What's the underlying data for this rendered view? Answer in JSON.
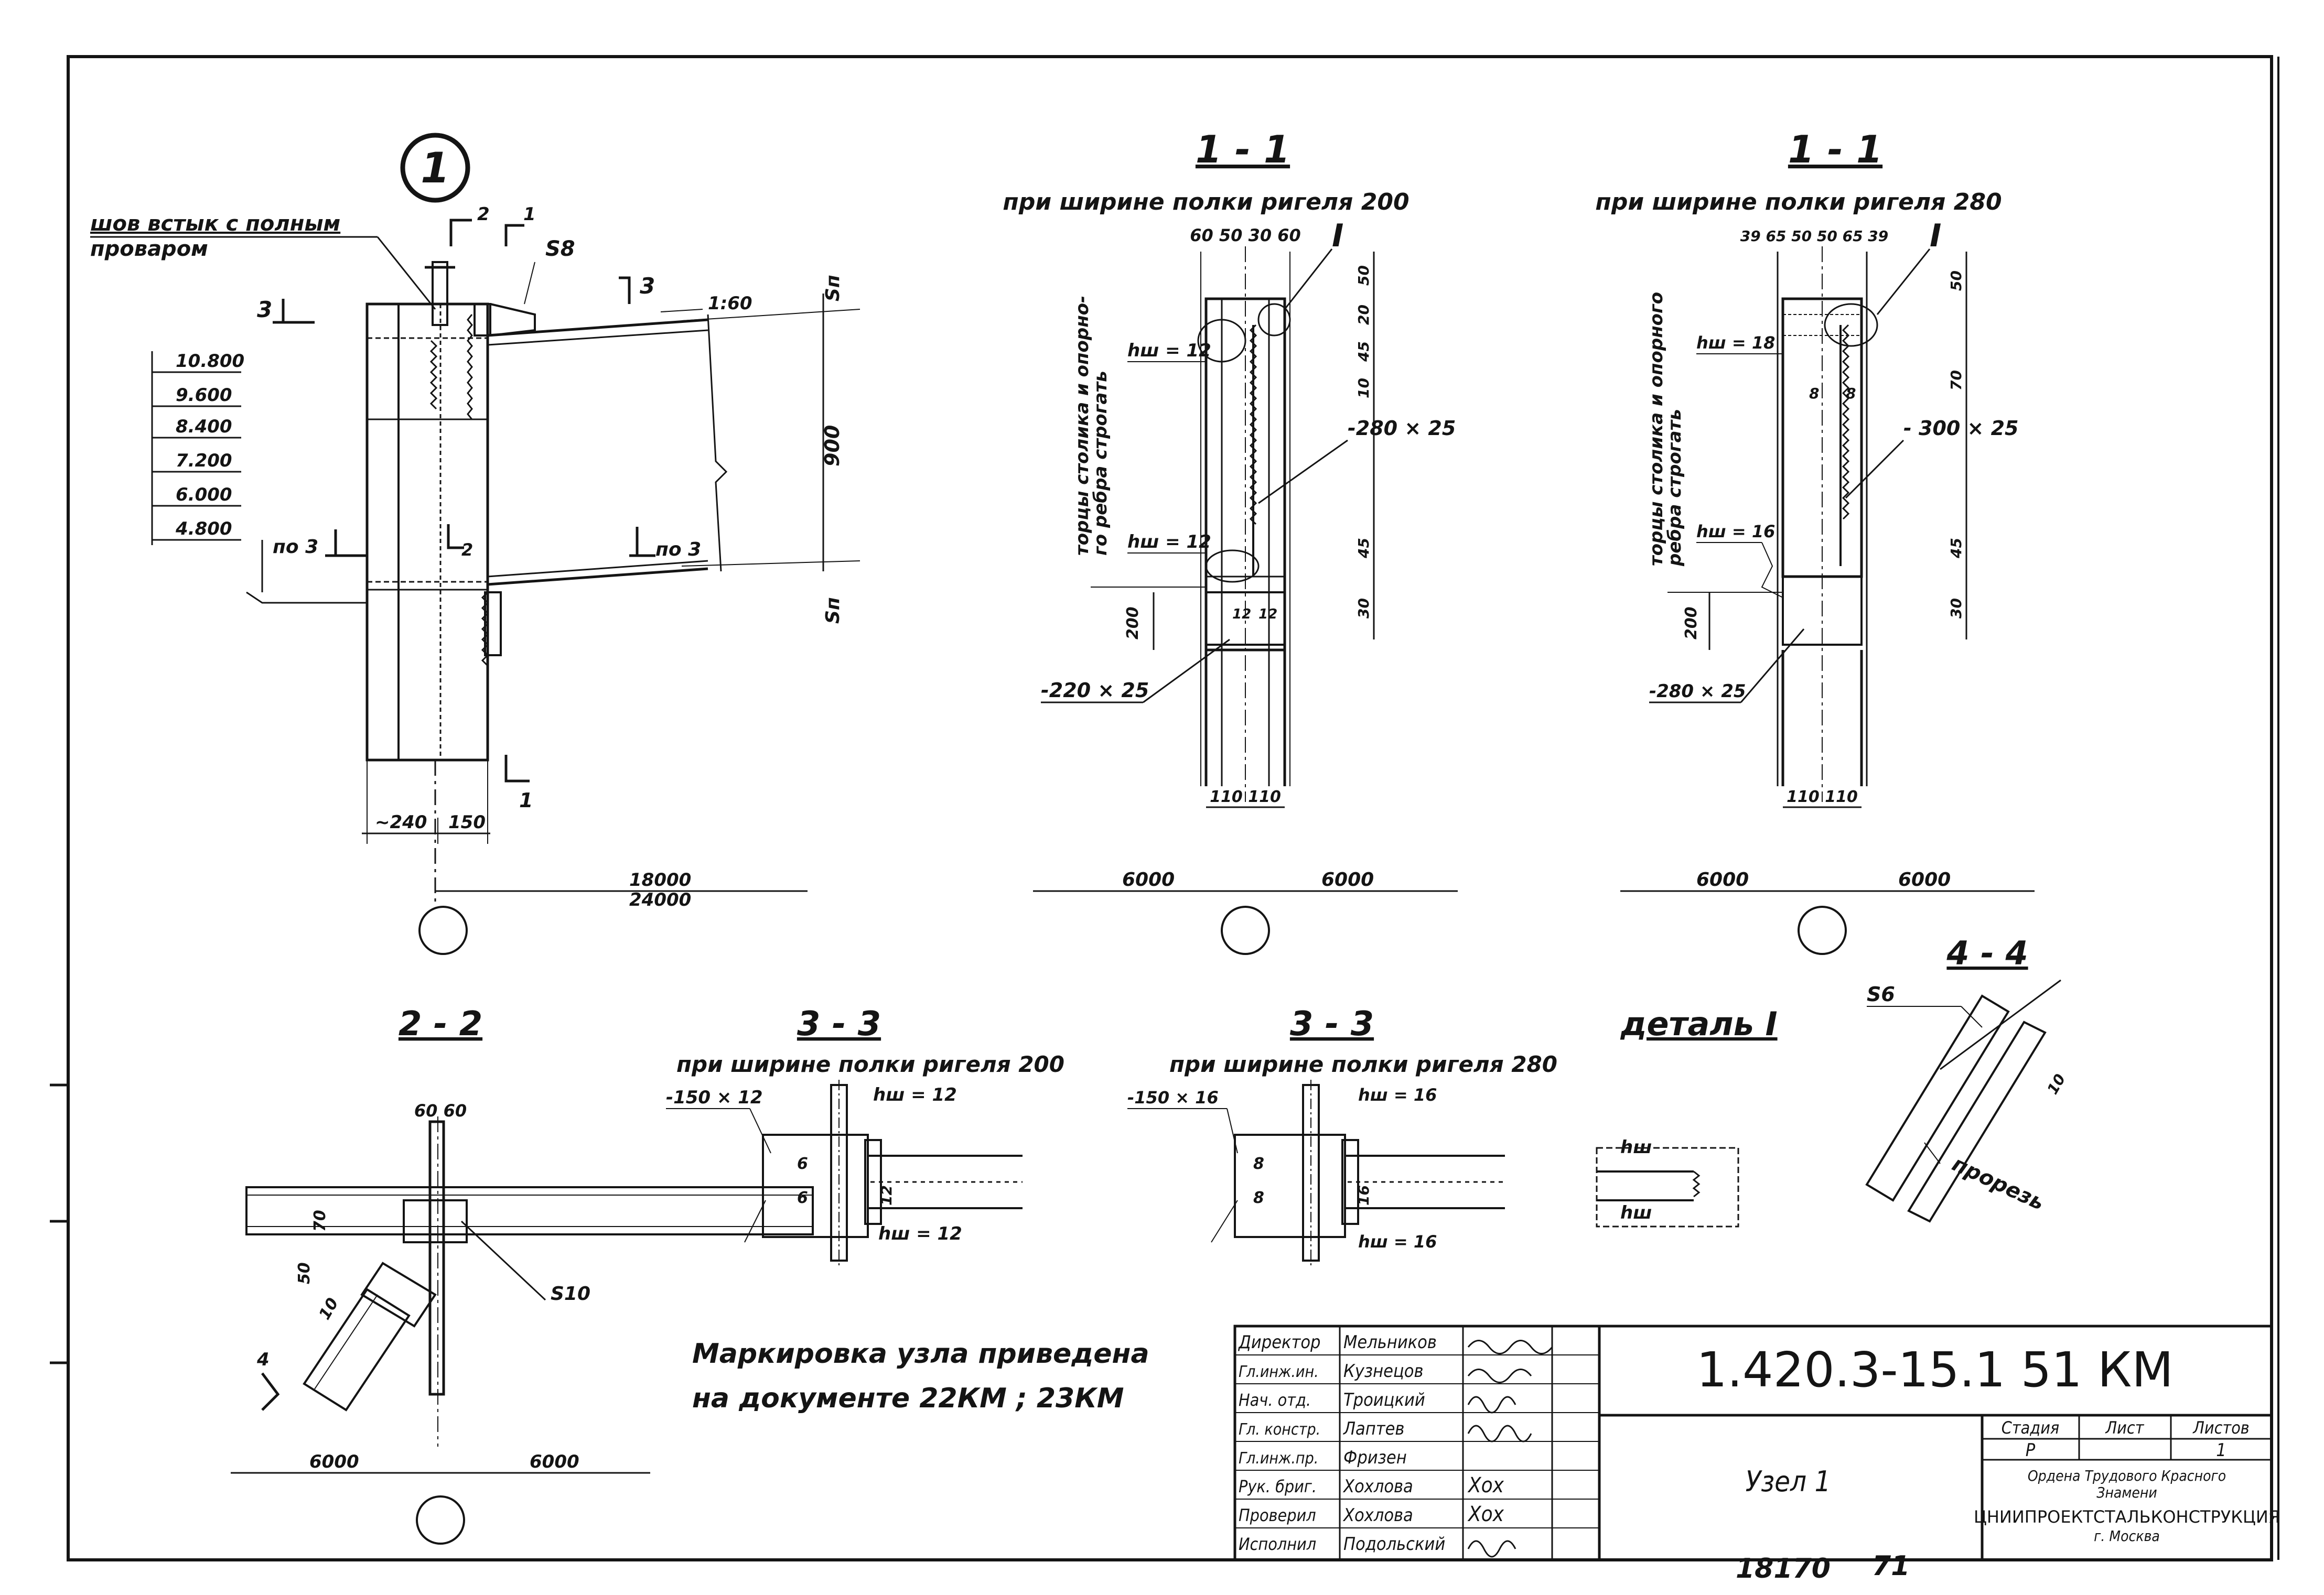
{
  "node_marker": "1",
  "callouts": {
    "weld_line1": "шов встык с полным",
    "weld_line2": "проваром",
    "s8": "S8",
    "slope": "1:60",
    "sp_top": "Sп",
    "sp_bot": "Sп",
    "h900": "900",
    "cut1": "1",
    "cut2": "2",
    "cut3": "3",
    "po3_left": "по 3",
    "po3_right": "по 3"
  },
  "elevations": [
    "10.800",
    "9.600",
    "8.400",
    "7.200",
    "6.000",
    "4.800"
  ],
  "main_dims": {
    "d240": "~240",
    "d150": "150",
    "span1": "18000",
    "span2": "24000"
  },
  "sec11a": {
    "title": "1 - 1",
    "subtitle": "при ширине полки ригеля 200",
    "top_dims": "60  50  30  60",
    "side_note1": "торцы столика и опорно-",
    "side_note2": "го ребра строгать",
    "hw_top": "hш = 12",
    "hw_bot": "hш = 12",
    "plate": "-280 × 25",
    "plate_low": "-220 × 25",
    "d200": "200",
    "d12a": "12",
    "d12b": "12",
    "v50": "50",
    "v20": "20",
    "v45": "45",
    "v10": "10",
    "v45b": "45",
    "v30": "30",
    "bottom_dims": "110  110",
    "axis_left": "6000",
    "axis_right": "6000",
    "mark_i": "I"
  },
  "sec11b": {
    "title": "1 - 1",
    "subtitle": "при ширине полки ригеля 280",
    "top_dims": "39  65 50 50 65 39",
    "side_note1": "торцы столика и опорного",
    "side_note2": "ребра строгать",
    "hw_top": "hш = 18",
    "hw_bot": "hш = 16",
    "plate": "- 300 × 25",
    "plate_low": "-280 × 25",
    "d200": "200",
    "d8a": "8",
    "d8b": "8",
    "v50": "50",
    "v70": "70",
    "v45": "45",
    "v30": "30",
    "bottom_dims": "110  110",
    "axis_left": "6000",
    "axis_right": "6000",
    "mark_i": "I"
  },
  "sec22": {
    "title": "2 - 2",
    "top_dims": "60  60",
    "d70": "70",
    "d50": "50",
    "d10": "10",
    "s10": "S10",
    "cut4": "4",
    "axis_left": "6000",
    "axis_right": "6000"
  },
  "sec33a": {
    "title": "3 - 3",
    "subtitle": "при ширине  полки  ригеля 200",
    "plate": "-150 × 12",
    "hw_top": "hш = 12",
    "hw_bot": "hш = 12",
    "w6a": "6",
    "w6b": "6",
    "w12": "12"
  },
  "sec33b": {
    "title": "3 - 3",
    "subtitle": "при ширине  полки  ригеля 280",
    "plate": "-150 × 16",
    "hw_top": "hш = 16",
    "hw_bot": "hш = 16",
    "w8a": "8",
    "w8b": "8",
    "w16": "16"
  },
  "detail": {
    "title": "деталь I",
    "hw1": "hш",
    "hw2": "hш"
  },
  "sec44": {
    "title": "4 - 4",
    "s6": "S6",
    "d10": "10",
    "slot": "прорезь"
  },
  "note": {
    "line1": "Маркировка узла приведена",
    "line2": "на документе 22КМ ; 23КМ"
  },
  "title_block": {
    "people": [
      {
        "role": "Директор",
        "name": "Мельников"
      },
      {
        "role": "Гл.инж.ин.",
        "name": "Кузнецов"
      },
      {
        "role": "Нач. отд.",
        "name": "Троицкий"
      },
      {
        "role": "Гл. констр.",
        "name": "Лаптев"
      },
      {
        "role": "Гл.инж.пр.",
        "name": "Фризен"
      },
      {
        "role": "Рук. бриг.",
        "name": "Хохлова"
      },
      {
        "role": "Проверил",
        "name": "Хохлова"
      },
      {
        "role": "Исполнил",
        "name": "Подольский"
      }
    ],
    "signatures": [
      "Хох",
      "Хох"
    ],
    "code": "1.420.3-15.1  51 КМ",
    "sheet_title": "Узел 1",
    "stage_label": "Стадия",
    "sheet_label": "Лист",
    "sheets_label": "Листов",
    "stage_value": "Р",
    "sheets_value": "1",
    "org_line1": "Ордена  Трудового  Красного",
    "org_line2": "Знамени",
    "org_line3": "ЦНИИПРОЕКТСТАЛЬКОНСТРУКЦИЯ",
    "org_line4": "г. Москва"
  },
  "footer": {
    "inventory": "18170",
    "page": "71"
  }
}
